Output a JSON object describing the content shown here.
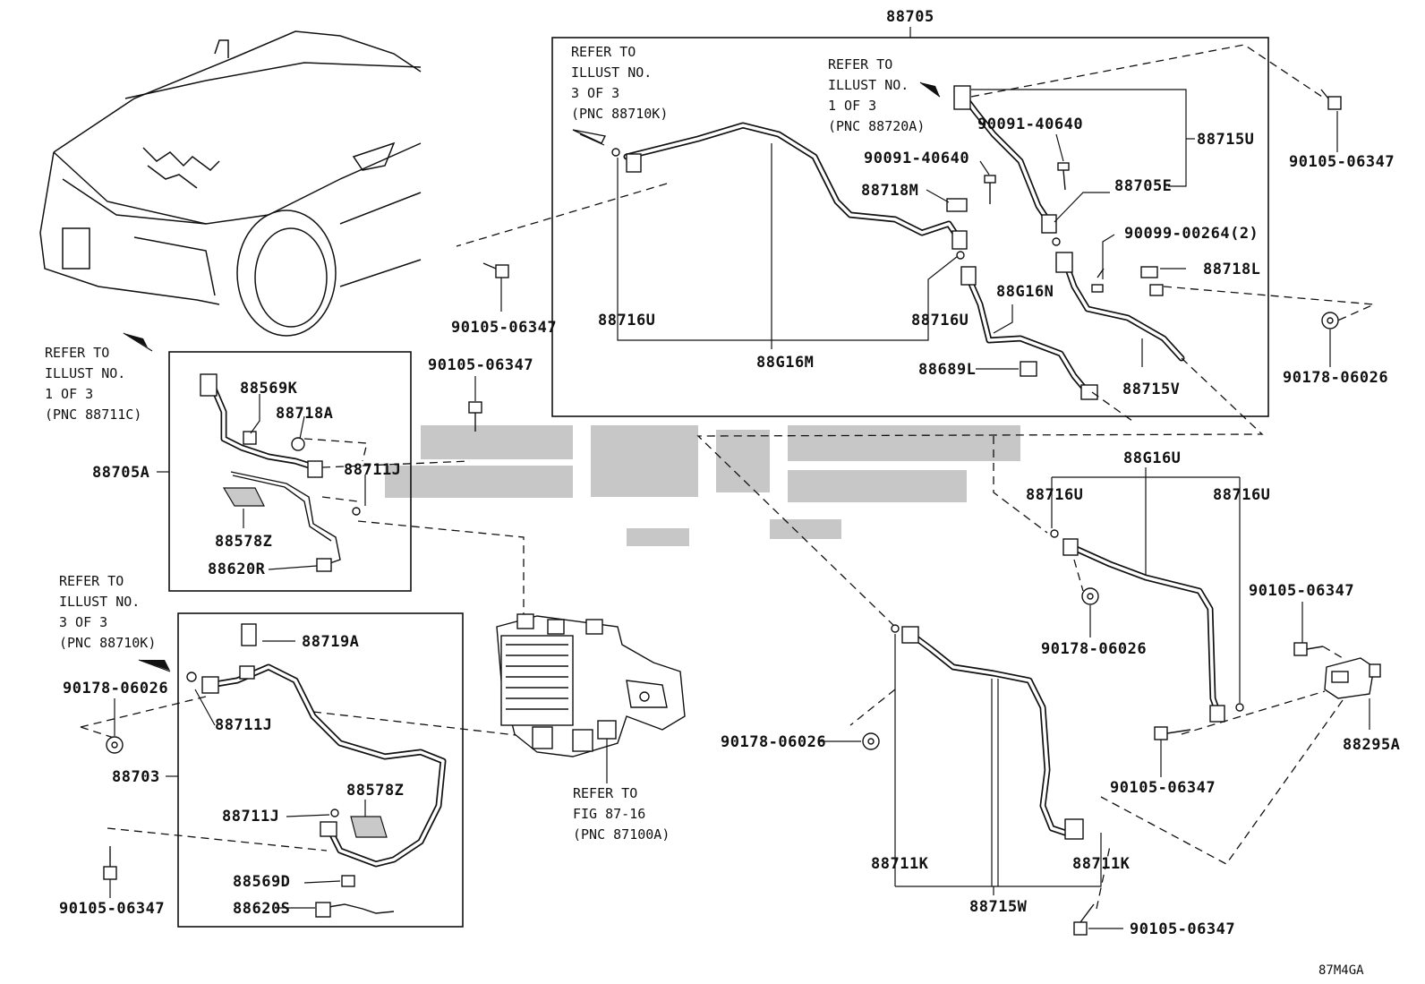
{
  "labels": {
    "p88705": "88705",
    "p88715U": "88715U",
    "p88705E": "88705E",
    "p90091_a": "90091-40640",
    "p90091_b": "90091-40640",
    "p88718M": "88718M",
    "p90099": "90099-00264(2)",
    "p88718L": "88718L",
    "p88G16N": "88G16N",
    "p88716U_a": "88716U",
    "p88716U_b": "88716U",
    "p88G16M": "88G16M",
    "p88689L": "88689L",
    "p88715V": "88715V",
    "p90105_top": "90105-06347",
    "p90178_right": "90178-06026",
    "p90105_mid": "90105-06347",
    "p90105_left": "90105-06347",
    "p88569K": "88569K",
    "p88718A": "88718A",
    "p88711J_a": "88711J",
    "p88705A": "88705A",
    "p88578Z_a": "88578Z",
    "p88620R": "88620R",
    "p88719A": "88719A",
    "p90178_left": "90178-06026",
    "p88711J_b": "88711J",
    "p88703": "88703",
    "p88578Z_b": "88578Z",
    "p88711J_c": "88711J",
    "p88569D": "88569D",
    "p88620S": "88620S",
    "p90105_bottomleft": "90105-06347",
    "p88G16U": "88G16U",
    "p88716U_c": "88716U",
    "p88716U_d": "88716U",
    "p90178_center": "90178-06026",
    "p90105_right": "90105-06347",
    "p90178_mid": "90178-06026",
    "p88295A": "88295A",
    "p90105_lowright": "90105-06347",
    "p88711K_a": "88711K",
    "p88711K_b": "88711K",
    "p88715W": "88715W",
    "p90105_bottom": "90105-06347"
  },
  "notes": {
    "refer_3of3_top": [
      "REFER TO",
      "ILLUST NO.",
      "3 OF 3",
      "(PNC 88710K)"
    ],
    "refer_1of3_top": [
      "REFER TO",
      "ILLUST NO.",
      "1 OF 3",
      "(PNC 88720A)"
    ],
    "refer_1of3_left": [
      "REFER TO",
      "ILLUST NO.",
      "1 OF 3",
      "(PNC 88711C)"
    ],
    "refer_3of3_left": [
      "REFER TO",
      "ILLUST NO.",
      "3 OF 3",
      "(PNC 88710K)"
    ],
    "refer_fig": [
      "REFER TO",
      "FIG 87-16",
      "(PNC 87100A)"
    ]
  },
  "illustration_code": "87M4GA"
}
